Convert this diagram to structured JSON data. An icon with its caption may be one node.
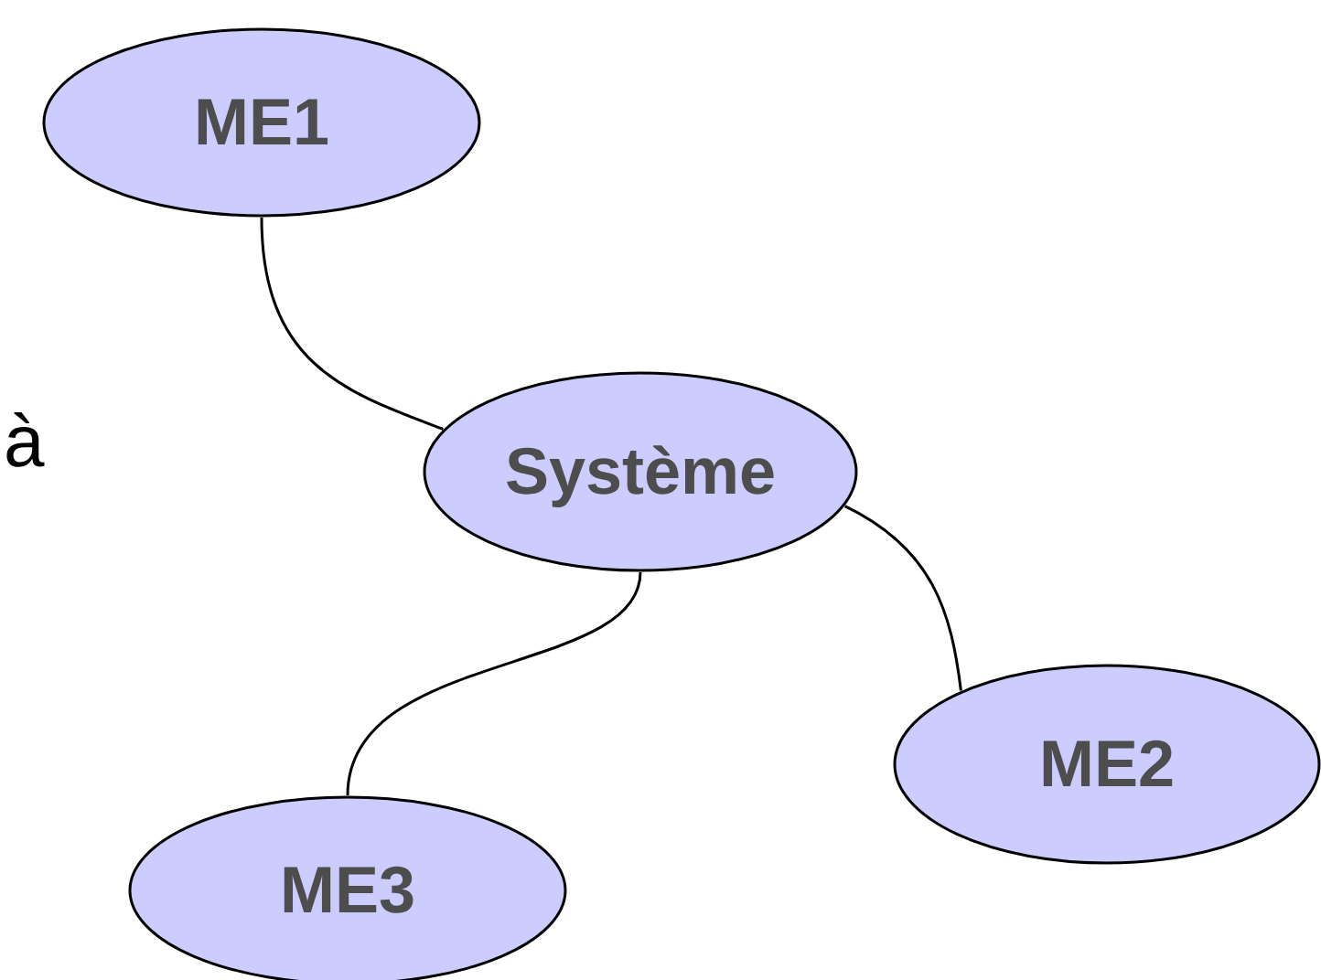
{
  "diagram": {
    "nodes": [
      {
        "text": [
          "ME1"
        ]
      },
      {
        "text": [
          "Système"
        ]
      },
      {
        "text": [
          "ME2"
        ]
      },
      {
        "text": [
          "ME3"
        ]
      }
    ],
    "edges": [
      {
        "from": 0,
        "to": 1,
        "arrow": "none"
      },
      {
        "from": 1,
        "to": 2,
        "arrow": "none"
      },
      {
        "from": 1,
        "to": 3,
        "arrow": "none"
      }
    ],
    "labels": [
      "à"
    ]
  }
}
